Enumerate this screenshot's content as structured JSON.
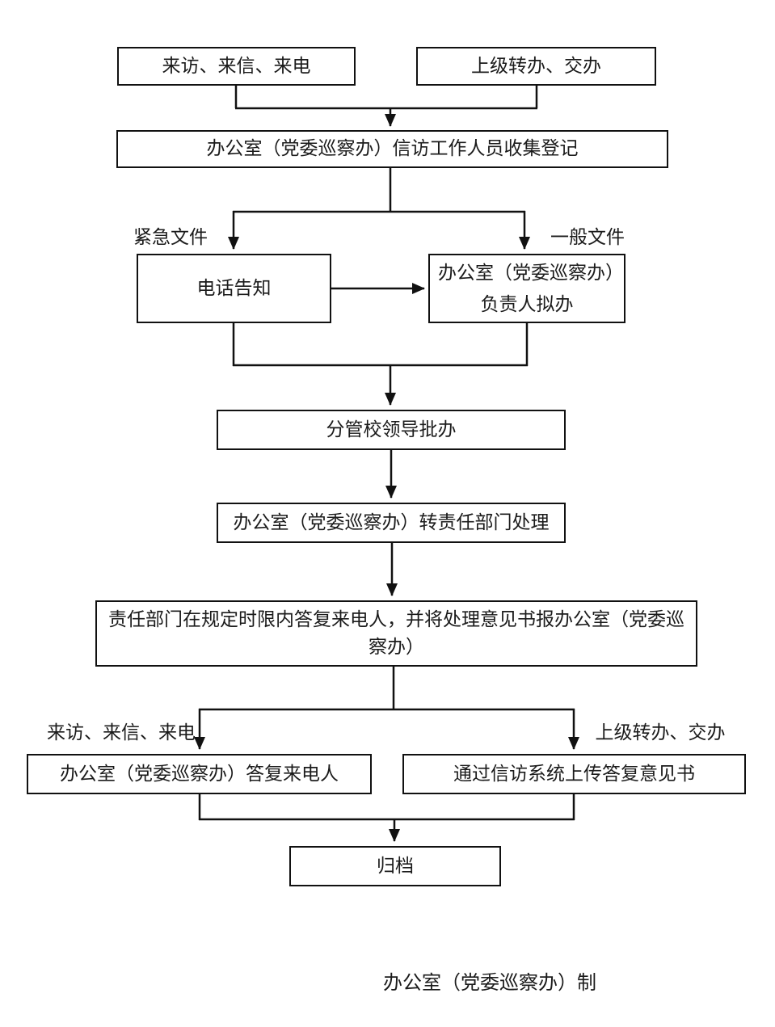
{
  "page": {
    "background": "#ffffff",
    "ink_color": "#111111"
  },
  "flowchart": {
    "nodes": [
      {
        "id": "incoming-visits",
        "label": "来访、来信、来电"
      },
      {
        "id": "superior-transfer",
        "label": "上级转办、交办"
      },
      {
        "id": "collect-register",
        "label": "办公室（党委巡察办）信访工作人员收集登记"
      },
      {
        "id": "phone-notify",
        "label": "电话告知"
      },
      {
        "id": "director-proposal",
        "lines": [
          "办公室（党委巡察办）",
          "负责人拟办"
        ]
      },
      {
        "id": "school-leader-approval",
        "label": "分管校领导批办"
      },
      {
        "id": "transfer-responsible-dept",
        "label": "办公室（党委巡察办）转责任部门处理"
      },
      {
        "id": "dept-reply",
        "label": "责任部门在规定时限内答复来电人，并将处理意见书报办公室（党委巡察办）"
      },
      {
        "id": "office-reply-caller",
        "label": "办公室（党委巡察办）答复来电人"
      },
      {
        "id": "upload-reply",
        "label": "通过信访系统上传答复意见书"
      },
      {
        "id": "archive",
        "label": "归档"
      }
    ],
    "edge_labels": {
      "urgent": "紧急文件",
      "general": "一般文件",
      "visits_row2": "来访、来信、来电",
      "superior_row2": "上级转办、交办"
    },
    "footer": "办公室（党委巡察办）制"
  }
}
